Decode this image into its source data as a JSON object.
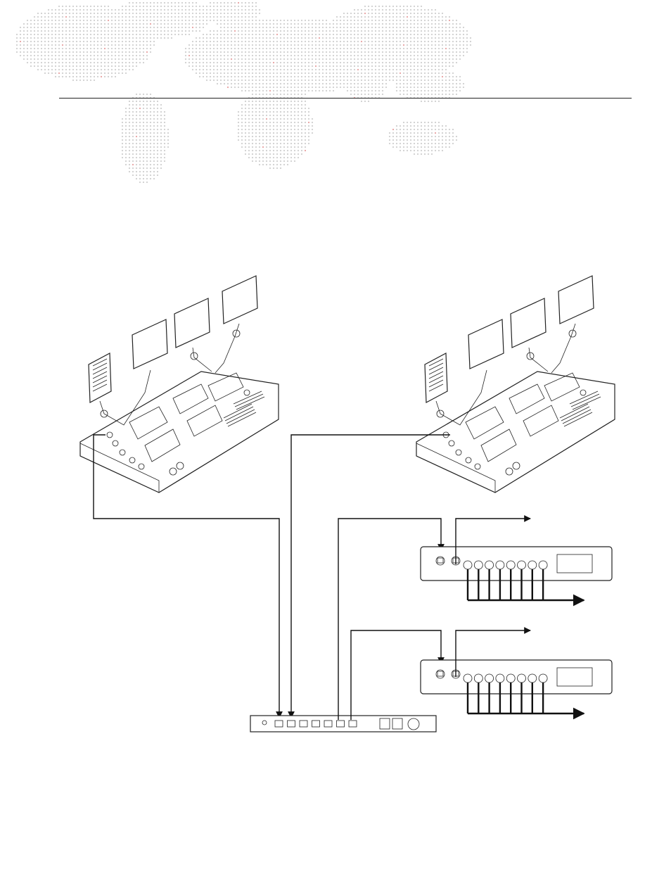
{
  "page": {
    "header_map": "world-map-dot-pattern",
    "header_rule": true
  },
  "colors": {
    "map_dot": "#cfcfcf",
    "map_accent_dot": "#e8a0a0",
    "line": "#111111",
    "background": "#ffffff"
  },
  "diagram": {
    "consoles": [
      {
        "id": "console-left",
        "icon": "lighting-console-with-monitors"
      },
      {
        "id": "console-right",
        "icon": "lighting-console-with-monitors"
      }
    ],
    "switch": {
      "id": "network-switch",
      "ports": 7,
      "icon": "network-switch"
    },
    "nodes": [
      {
        "id": "dmx-node-1",
        "outputs": 8,
        "icon": "dmx-output-node"
      },
      {
        "id": "dmx-node-2",
        "outputs": 8,
        "icon": "dmx-output-node"
      }
    ],
    "links": [
      {
        "from": "console-left",
        "to": "switch-port-1"
      },
      {
        "from": "console-right",
        "to": "switch-port-2"
      },
      {
        "from": "switch-port-6",
        "to": "dmx-node-1-in"
      },
      {
        "from": "switch-port-7",
        "to": "dmx-node-2-in"
      },
      {
        "from": "dmx-node-1-thru",
        "to": "off-page"
      },
      {
        "from": "dmx-node-2-thru",
        "to": "off-page"
      }
    ]
  }
}
